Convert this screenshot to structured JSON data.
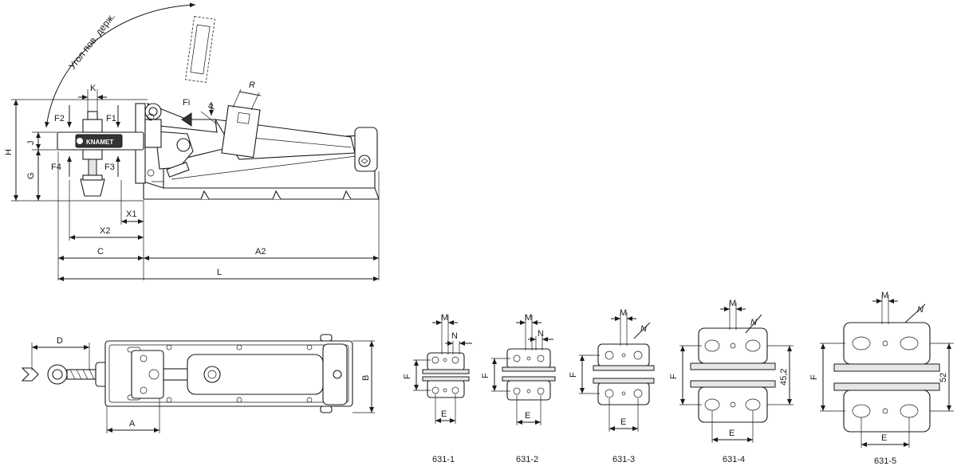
{
  "side_view": {
    "angle_label": "Угол пов. держ.",
    "dims": {
      "K": "K",
      "F2": "F2",
      "F1": "F1",
      "Fi": "Fi",
      "P": "P",
      "R": "R",
      "H": "H",
      "J": "J",
      "G": "G",
      "F4": "F4",
      "F3": "F3",
      "X1": "X1",
      "X2": "X2",
      "C": "C",
      "A2": "A2",
      "L": "L"
    },
    "brand_label": "KNAMET"
  },
  "top_view": {
    "dims": {
      "D": "D",
      "B": "B",
      "A": "A"
    }
  },
  "variants": [
    {
      "id": "631-1",
      "M": "M",
      "N": "N",
      "F": "F",
      "E": "E"
    },
    {
      "id": "631-2",
      "M": "M",
      "N": "N",
      "F": "F",
      "E": "E"
    },
    {
      "id": "631-3",
      "M": "M",
      "N": "N",
      "F": "F",
      "E": "E"
    },
    {
      "id": "631-4",
      "M": "M",
      "N": "N",
      "F": "F",
      "E": "E",
      "value": "45,2"
    },
    {
      "id": "631-5",
      "M": "M",
      "N": "N",
      "F": "F",
      "E": "E",
      "value": "52"
    }
  ]
}
